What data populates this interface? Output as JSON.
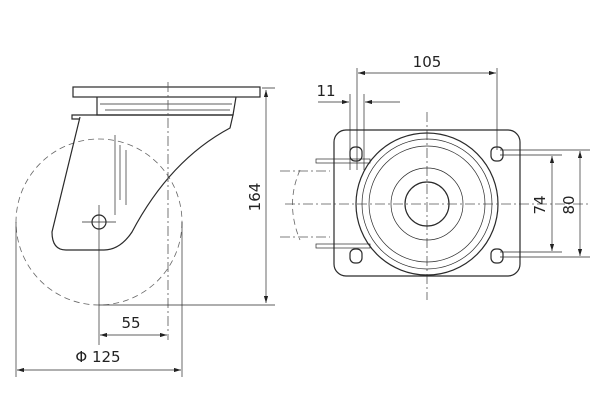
{
  "side_view": {
    "height_label": "164",
    "offset_label": "55",
    "diameter_label": "Φ 125"
  },
  "top_view": {
    "width_label": "105",
    "hole_label": "11",
    "inner_height_label": "74",
    "outer_height_label": "80"
  }
}
